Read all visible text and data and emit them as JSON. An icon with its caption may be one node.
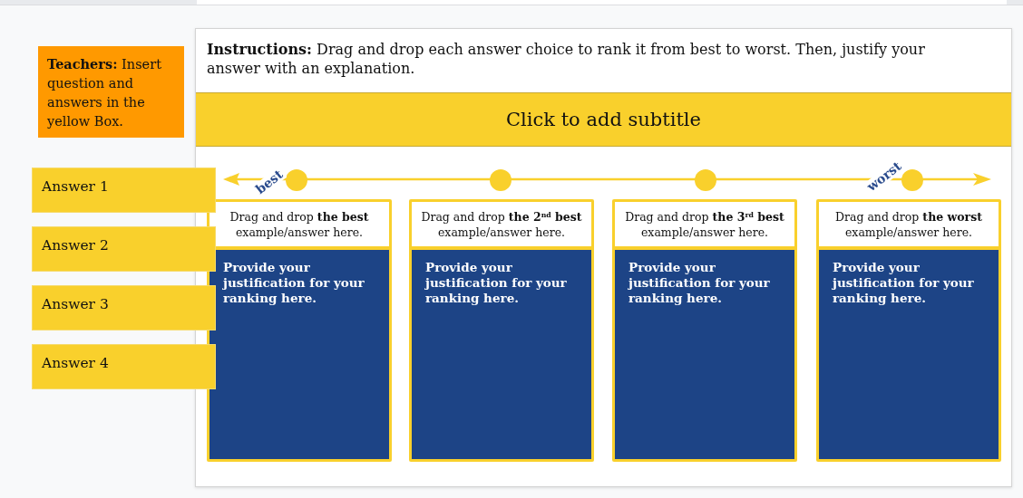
{
  "diagram": {
    "nodes": [
      {
        "text": [
          "**Teachers:** Insert question and answers in the yellow Box."
        ]
      },
      {
        "text": [
          "**Instructions:** Drag and drop each answer choice to rank it from best to worst. Then, justify your answer with an explanation."
        ]
      },
      {
        "text": [
          "Click to add subtitle"
        ],
        "in": 1
      },
      {
        "text": [
          "Answer 1"
        ]
      },
      {
        "text": [
          "Answer 2"
        ]
      },
      {
        "text": [
          "Answer 3"
        ]
      },
      {
        "text": [
          "Answer 4"
        ]
      },
      {
        "text": [],
        "shape": "box",
        "in": 1
      },
      {
        "text": [
          "Drag and drop **the best** example/answer here."
        ],
        "in": 7
      },
      {
        "text": [
          "Provide your justification for your ranking here."
        ],
        "in": 7
      },
      {
        "text": [],
        "shape": "box",
        "in": 1
      },
      {
        "text": [
          "Drag and drop **the 2$^{nd}$ best** example/answer here."
        ],
        "in": 10
      },
      {
        "text": [
          "Provide your justification for your ranking here."
        ],
        "in": 10
      },
      {
        "text": [],
        "shape": "box",
        "in": 1
      },
      {
        "text": [
          "Drag and drop **the 3$^{rd}$ best** example/answer here."
        ],
        "in": 13
      },
      {
        "text": [
          "Provide your justification for your ranking here."
        ],
        "in": 13
      },
      {
        "text": [],
        "shape": "box",
        "in": 1
      },
      {
        "text": [
          "Drag and drop **the worst** example/answer here."
        ],
        "in": 16
      },
      {
        "text": [
          "Provide your justification for your ranking here."
        ],
        "in": 16
      }
    ],
    "labels": [
      "best",
      "worst"
    ]
  }
}
